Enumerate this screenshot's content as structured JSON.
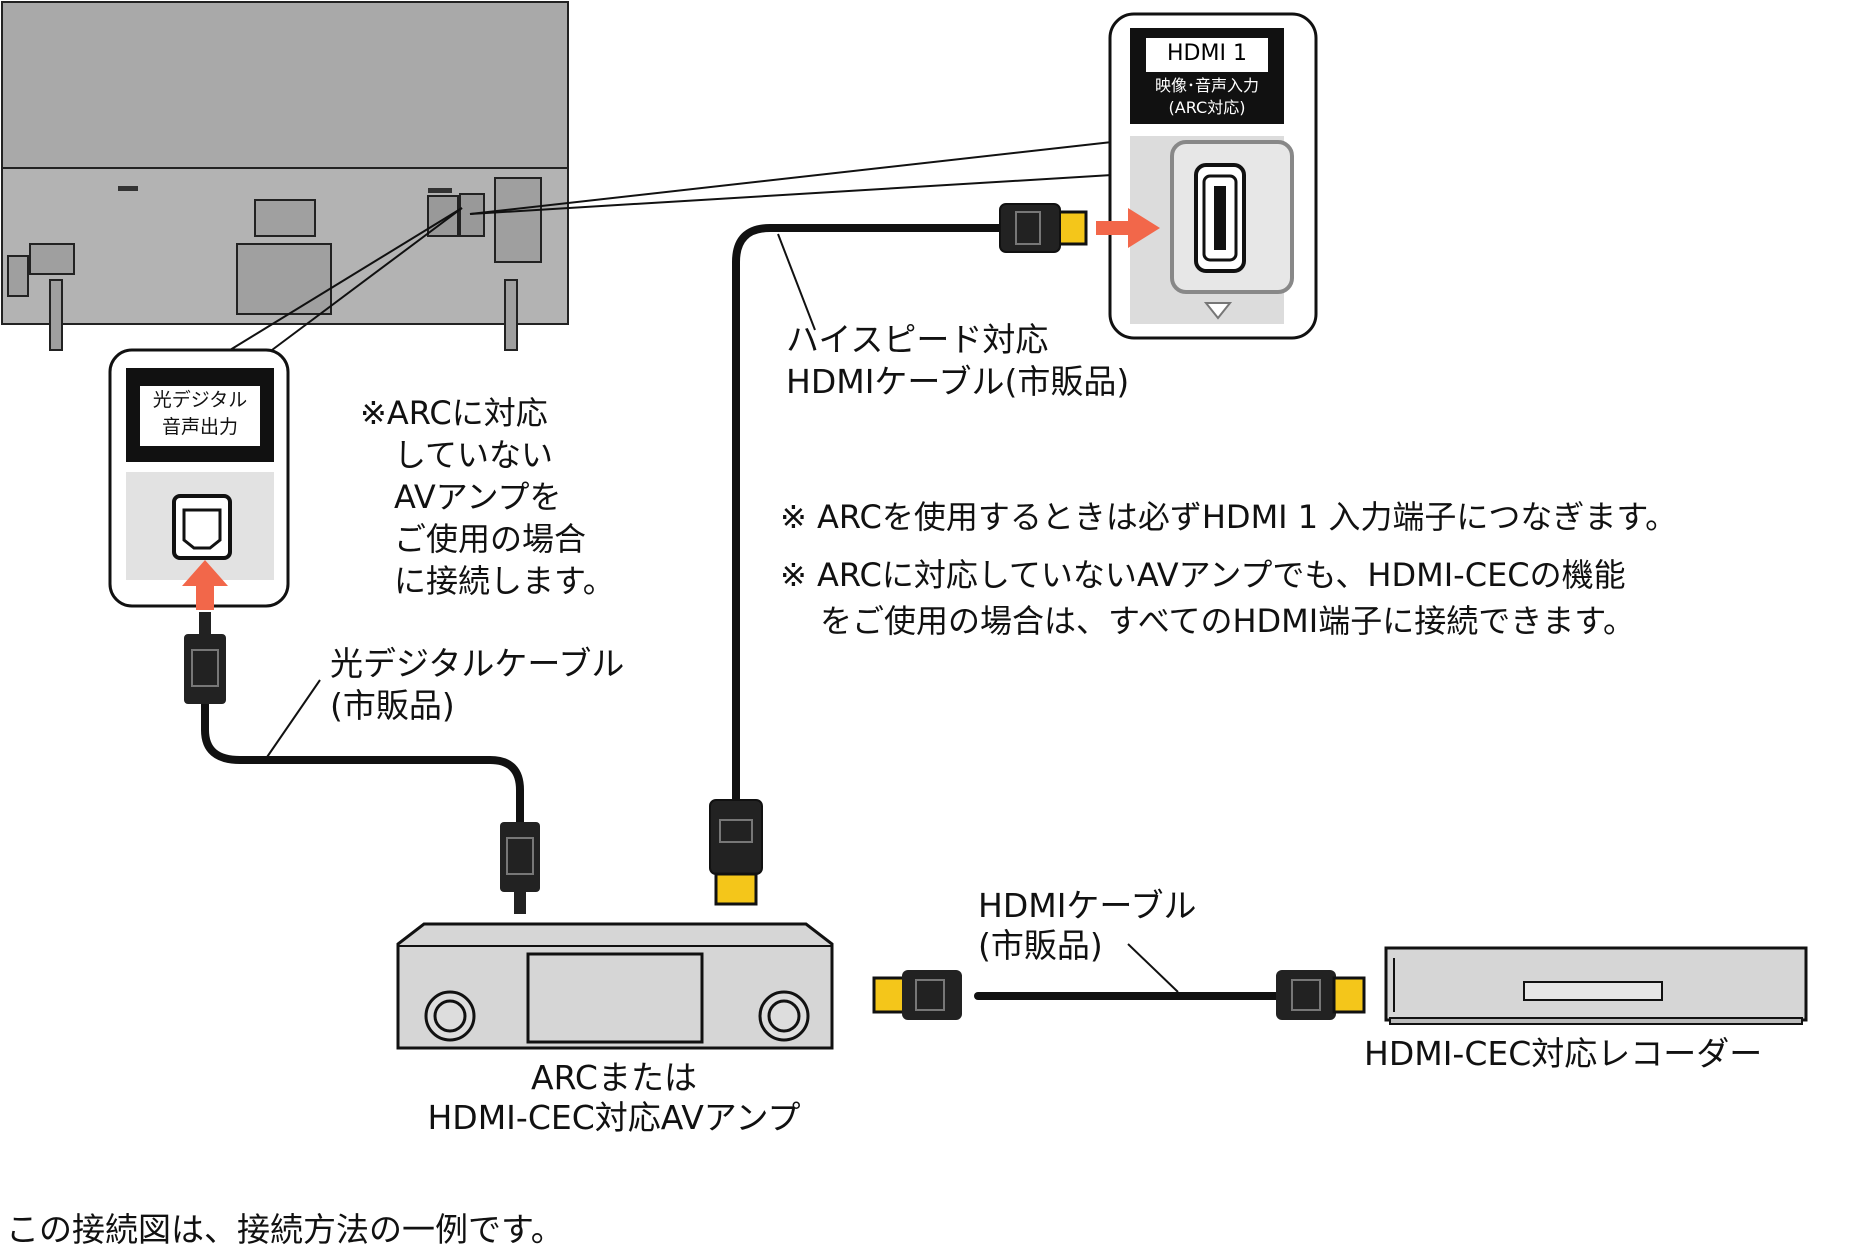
{
  "callouts": {
    "hdmi1": {
      "title": "HDMI 1",
      "line1": "映像･音声入力",
      "line2": "(ARC対応)"
    },
    "optical": {
      "line1": "光デジタル",
      "line2": "音声出力"
    }
  },
  "labels": {
    "highspeed_cable_1": "ハイスピード対応",
    "highspeed_cable_2": "HDMIケーブル(市販品)",
    "optical_cable_1": "光デジタルケーブル",
    "optical_cable_2": "(市販品)",
    "hdmi_cable_1": "HDMIケーブル",
    "hdmi_cable_2": "(市販品)",
    "amp_1": "ARCまたは",
    "amp_2": "HDMI-CEC対応AVアンプ",
    "recorder": "HDMI-CEC対応レコーダー"
  },
  "notes": {
    "arc_side": [
      "※ARCに対応",
      "していない",
      "AVアンプを",
      "ご使用の場合",
      "に接続します。"
    ],
    "main_1": "※ ARCを使用するときは必ずHDMI 1 入力端子につなぎます。",
    "main_2a": "※ ARCに対応していないAVアンプでも、HDMI-CECの機能",
    "main_2b": "をご使用の場合は、すべてのHDMI端子に接続できます。"
  },
  "footer": "この接続図は、接続方法の一例です。",
  "colors": {
    "arrow": "#f2674a",
    "plug_tip": "#f4c61a",
    "tv": "#aaaaaa",
    "device": "#d6d6d6"
  }
}
